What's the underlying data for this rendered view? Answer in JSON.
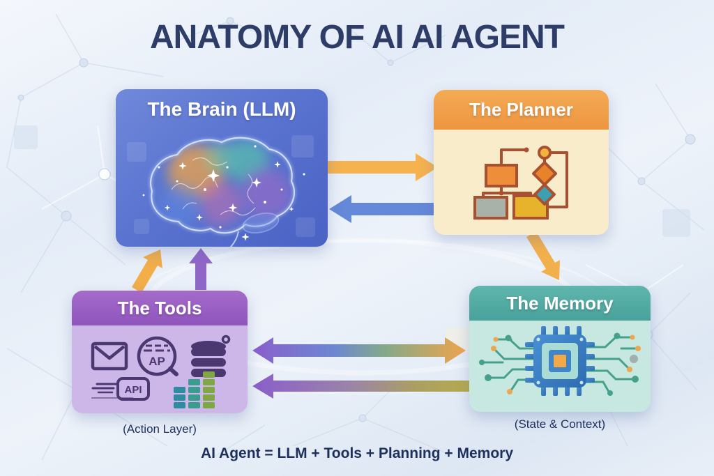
{
  "title": "ANATOMY OF AI AI AGENT",
  "boxes": {
    "brain": {
      "label": "The Brain (LLM)",
      "color": "#5570cd",
      "icon": "brain-illustration"
    },
    "planner": {
      "label": "The Planner",
      "header_color": "#f0a04a",
      "body_color": "#f9ecca",
      "icon": "flowchart-icon"
    },
    "tools": {
      "label": "The Tools",
      "sublabel": "(Action Layer)",
      "header_color": "#9c63c4",
      "body_color": "#cdb7e8",
      "icons": [
        "envelope-icon",
        "api-globe-icon",
        "database-icon",
        "api-badge-icon",
        "bar-chart-icon"
      ],
      "api_globe_text": "AP",
      "api_badge_text": "API"
    },
    "memory": {
      "label": "The Memory",
      "sublabel": "(State & Context)",
      "header_color": "#54b0a7",
      "body_color": "#c7e7e1",
      "icon": "chip-circuit-icon"
    }
  },
  "arrows": [
    {
      "name": "brain-to-planner",
      "color": "#f5b24e",
      "direction": "right"
    },
    {
      "name": "planner-to-brain",
      "color": "#6588d8",
      "direction": "left"
    },
    {
      "name": "planner-to-memory",
      "color": "#f2b04c",
      "direction": "down-right"
    },
    {
      "name": "tools-to-brain-orange",
      "color": "#f2ae49",
      "direction": "up"
    },
    {
      "name": "tools-to-brain-purple",
      "color": "#8f66c8",
      "direction": "up"
    },
    {
      "name": "tools-memory-bidirectional",
      "gradient": [
        "#8a5ecb",
        "#6d87d2",
        "#84a98a",
        "#f0a44c"
      ],
      "direction": "both"
    },
    {
      "name": "memory-to-tools",
      "gradient": [
        "#8a5ecb",
        "#9b84a8",
        "#ab9f62",
        "#b5ab4e"
      ],
      "direction": "left"
    }
  ],
  "footer": {
    "formula": "AI Agent = LLM + Tools + Planning + Memory"
  },
  "palette": {
    "title_text": "#2e3c68",
    "label_text": "#1d2f5c",
    "background": "#e8eff8"
  }
}
